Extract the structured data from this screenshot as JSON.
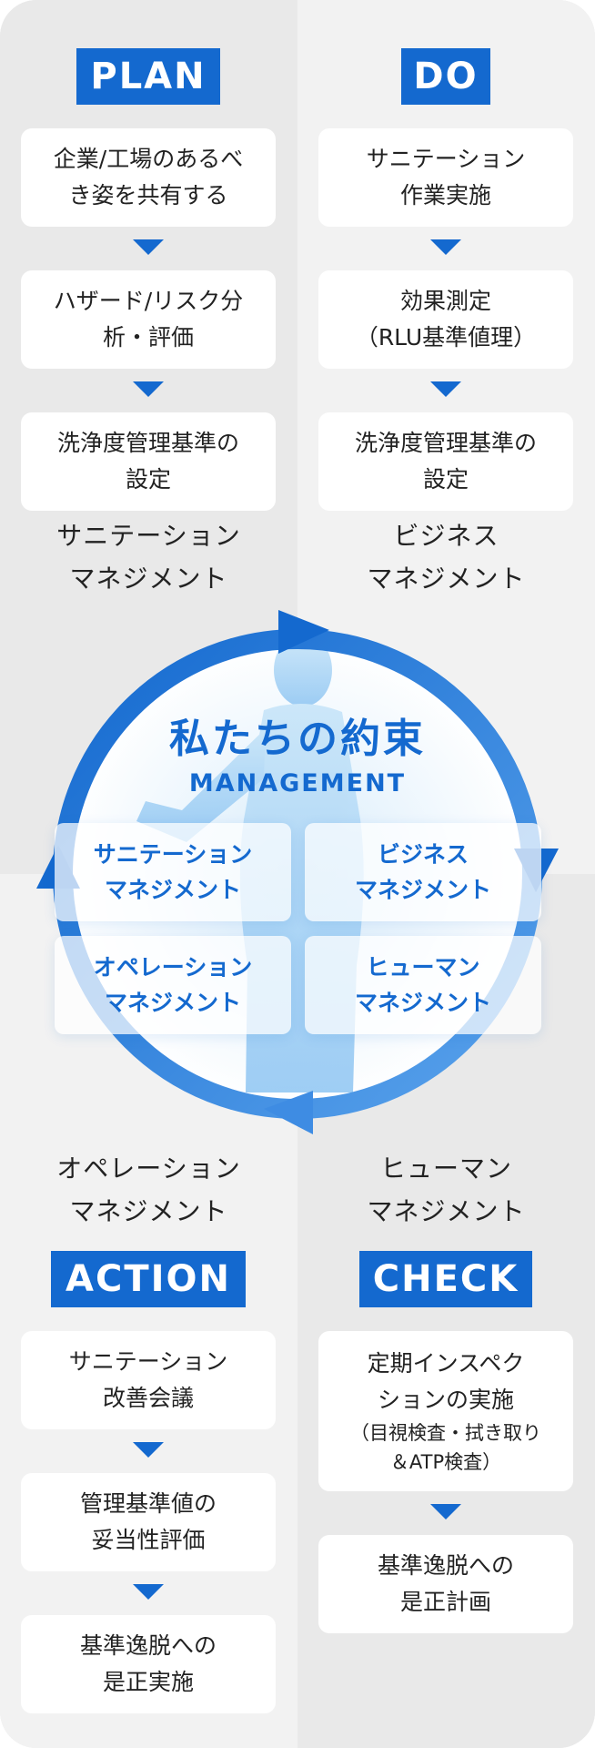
{
  "plan": {
    "label": "PLAN",
    "steps": [
      "企業/工場のあるべ\nき姿を共有する",
      "ハザード/リスク分\n析・評価",
      "洗浄度管理基準の\n設定"
    ]
  },
  "do": {
    "label": "DO",
    "steps": [
      "サニテーション\n作業実施",
      "効果測定\n（RLU基準値理）",
      "洗浄度管理基準の\n設定"
    ]
  },
  "action": {
    "label": "ACTION",
    "steps": [
      "サニテーション\n改善会議",
      "管理基準値の\n妥当性評価",
      "基準逸脱への\n是正実施"
    ]
  },
  "check": {
    "label": "CHECK",
    "steps": [
      {
        "main": "定期インスペク\nションの実施",
        "sub": "（目視検査・拭き取り\n＆ATP検査）"
      },
      {
        "main": "基準逸脱への\n是正計画",
        "sub": ""
      }
    ]
  },
  "managements": {
    "sanitation": "サニテーション\nマネジメント",
    "business": "ビジネス\nマネジメント",
    "operation": "オペレーション\nマネジメント",
    "human": "ヒューマン\nマネジメント"
  },
  "center": {
    "title": "私たちの約束",
    "subtitle": "MANAGEMENT",
    "cards": {
      "sanitation": "サニテーション\nマネジメント",
      "business": "ビジネス\nマネジメント",
      "operation": "オペレーション\nマネジメント",
      "human": "ヒューマン\nマネジメント"
    }
  },
  "colors": {
    "accent": "#1469cf",
    "ring_light": "#4a93e6"
  }
}
